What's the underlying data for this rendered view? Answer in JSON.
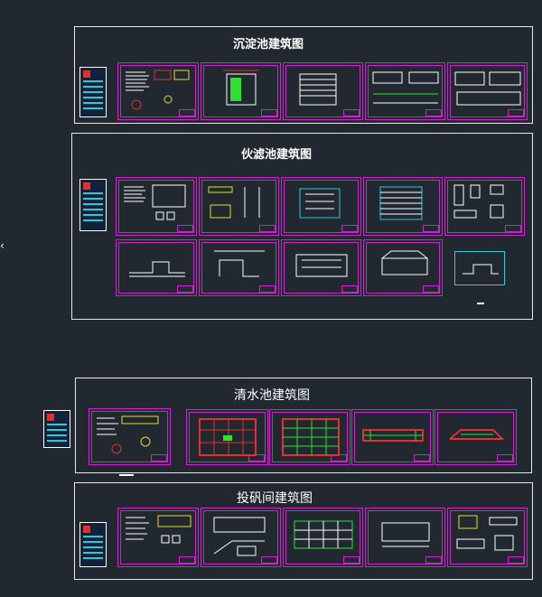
{
  "groups": [
    {
      "title": "沉淀池建筑图"
    },
    {
      "title": "伙滤池建筑图"
    },
    {
      "title": "清水池建筑图"
    },
    {
      "title": "投矾间建筑图"
    }
  ],
  "colors": {
    "background": "#212830",
    "frame": "#e8e8e8",
    "sheet_border": "#d020d0",
    "index_cyan": "#30c8d8",
    "drawing_green": "#30e030",
    "drawing_red": "#e03030"
  },
  "icons": {
    "cursor": "chevron-left-icon"
  }
}
